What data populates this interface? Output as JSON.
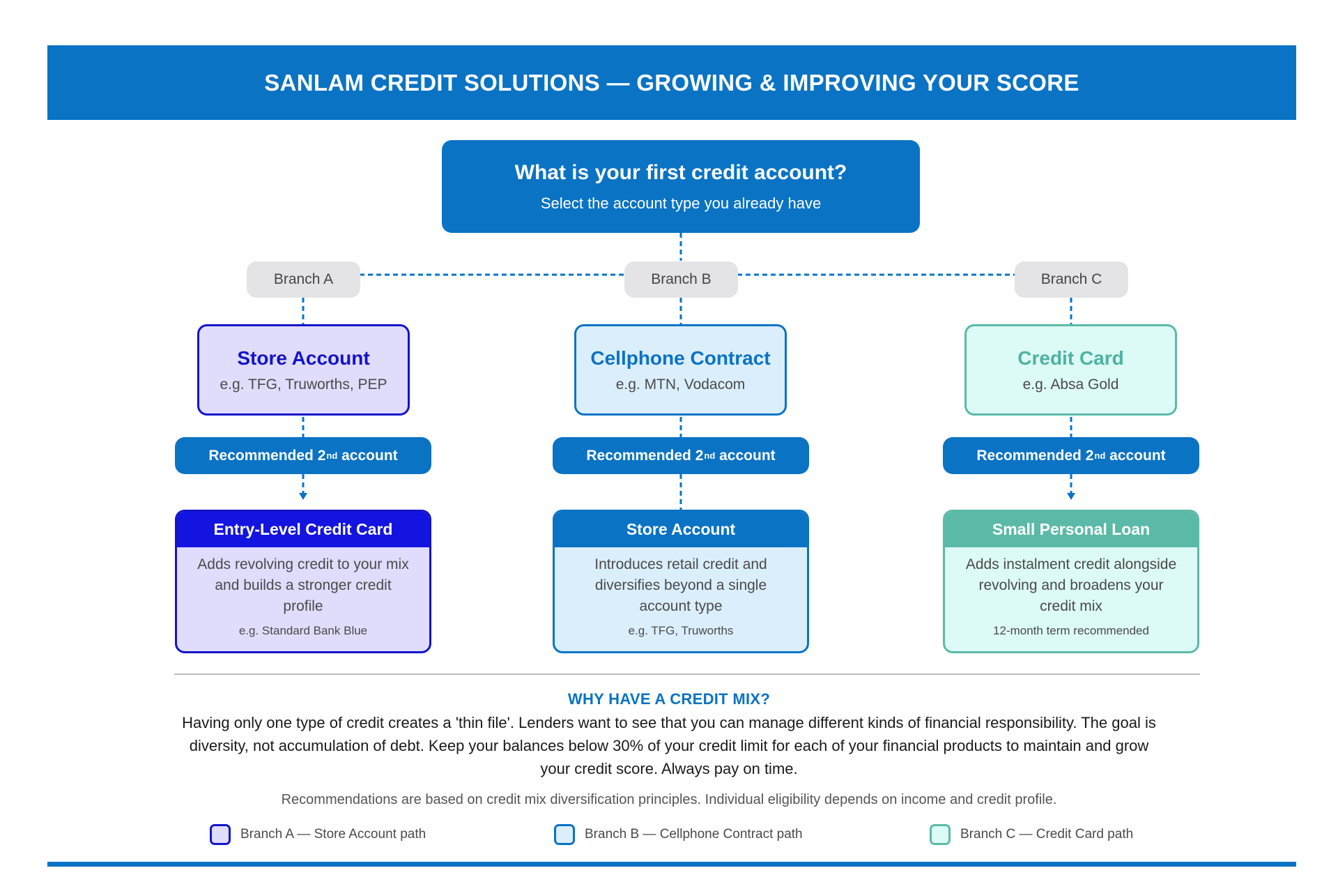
{
  "header": {
    "title": "SANLAM CREDIT SOLUTIONS — GROWING & IMPROVING YOUR SCORE"
  },
  "question": {
    "title": "What is your first credit account?",
    "subtitle": "Select the account type you already have"
  },
  "colors": {
    "brand_blue": "#0a73c4",
    "branch_a_border": "#1414c8",
    "branch_a_fill": "#e0dcfb",
    "branch_b_border": "#0a73c4",
    "branch_b_fill": "#dbeefc",
    "branch_c_border": "#5bbaa7",
    "branch_c_fill": "#dcfaf6"
  },
  "branches": [
    {
      "label": "Branch A",
      "account": {
        "title": "Store Account",
        "example": "e.g. TFG, Truworths, PEP"
      },
      "recommended": {
        "prefix": "Recommended 2",
        "sup": "nd",
        "suffix": " account"
      },
      "card": {
        "title": "Entry-Level Credit Card",
        "description": "Adds revolving credit to your mix and builds a stronger credit profile",
        "example": "e.g. Standard Bank Blue"
      }
    },
    {
      "label": "Branch B",
      "account": {
        "title": "Cellphone Contract",
        "example": "e.g. MTN, Vodacom"
      },
      "recommended": {
        "prefix": "Recommended 2",
        "sup": "nd",
        "suffix": " account"
      },
      "card": {
        "title": "Store Account",
        "description": "Introduces retail credit and diversifies beyond a single account type",
        "example": "e.g. TFG, Truworths"
      }
    },
    {
      "label": "Branch C",
      "account": {
        "title": "Credit Card",
        "example": "e.g. Absa Gold"
      },
      "recommended": {
        "prefix": "Recommended 2",
        "sup": "nd",
        "suffix": " account"
      },
      "card": {
        "title": "Small Personal Loan",
        "description": "Adds instalment credit alongside revolving and broadens your credit mix",
        "example": "12-month term recommended"
      }
    }
  ],
  "why": {
    "title": "WHY HAVE A CREDIT MIX?",
    "body": "Having only one type of credit creates a 'thin file'. Lenders want to see that you can manage different kinds of financial responsibility. The goal is diversity, not accumulation of debt. Keep your balances below 30% of your credit limit for each of your financial products to maintain and grow your credit score. Always pay on time."
  },
  "footnote": "Recommendations are based on credit mix diversification principles. Individual eligibility depends on income and credit profile.",
  "legend": [
    {
      "label": "Branch A — Store Account path"
    },
    {
      "label": "Branch B — Cellphone Contract path"
    },
    {
      "label": "Branch C — Credit Card path"
    }
  ]
}
